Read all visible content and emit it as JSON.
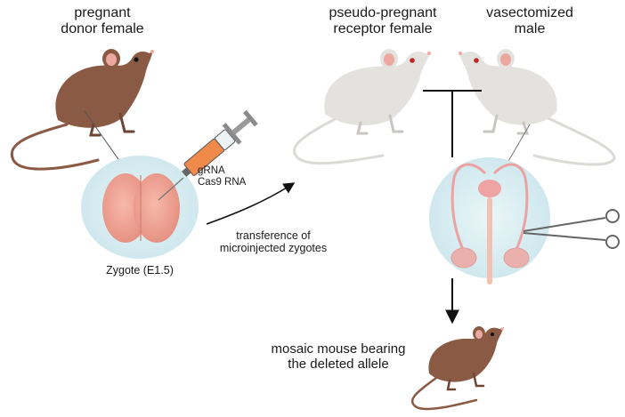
{
  "labels": {
    "donor_line1": "pregnant",
    "donor_line2": "donor female",
    "receptor_line1": "pseudo-pregnant",
    "receptor_line2": "receptor female",
    "male_line1": "vasectomized",
    "male_line2": "male",
    "grna": "gRNA",
    "cas9": "Cas9 RNA",
    "zygote": "Zygote (E1.5)",
    "transfer_line1": "transference of",
    "transfer_line2": "microinjected zygotes",
    "result_line1": "mosaic mouse bearing",
    "result_line2": "the deleted allele"
  },
  "colors": {
    "brown_mouse": "#8a5a44",
    "white_mouse": "#e4e2de",
    "embryo": "#f2a596",
    "zona": "#d7eef3",
    "reproductive_tract": "#eda1a1",
    "syringe_fluid": "#f08a4b"
  },
  "icons": [
    "donor-mouse-icon",
    "receptor-mouse-icon",
    "male-mouse-icon",
    "zygote-icon",
    "syringe-icon",
    "reproductive-tract-icon",
    "scissors-icon",
    "offspring-mouse-icon"
  ]
}
